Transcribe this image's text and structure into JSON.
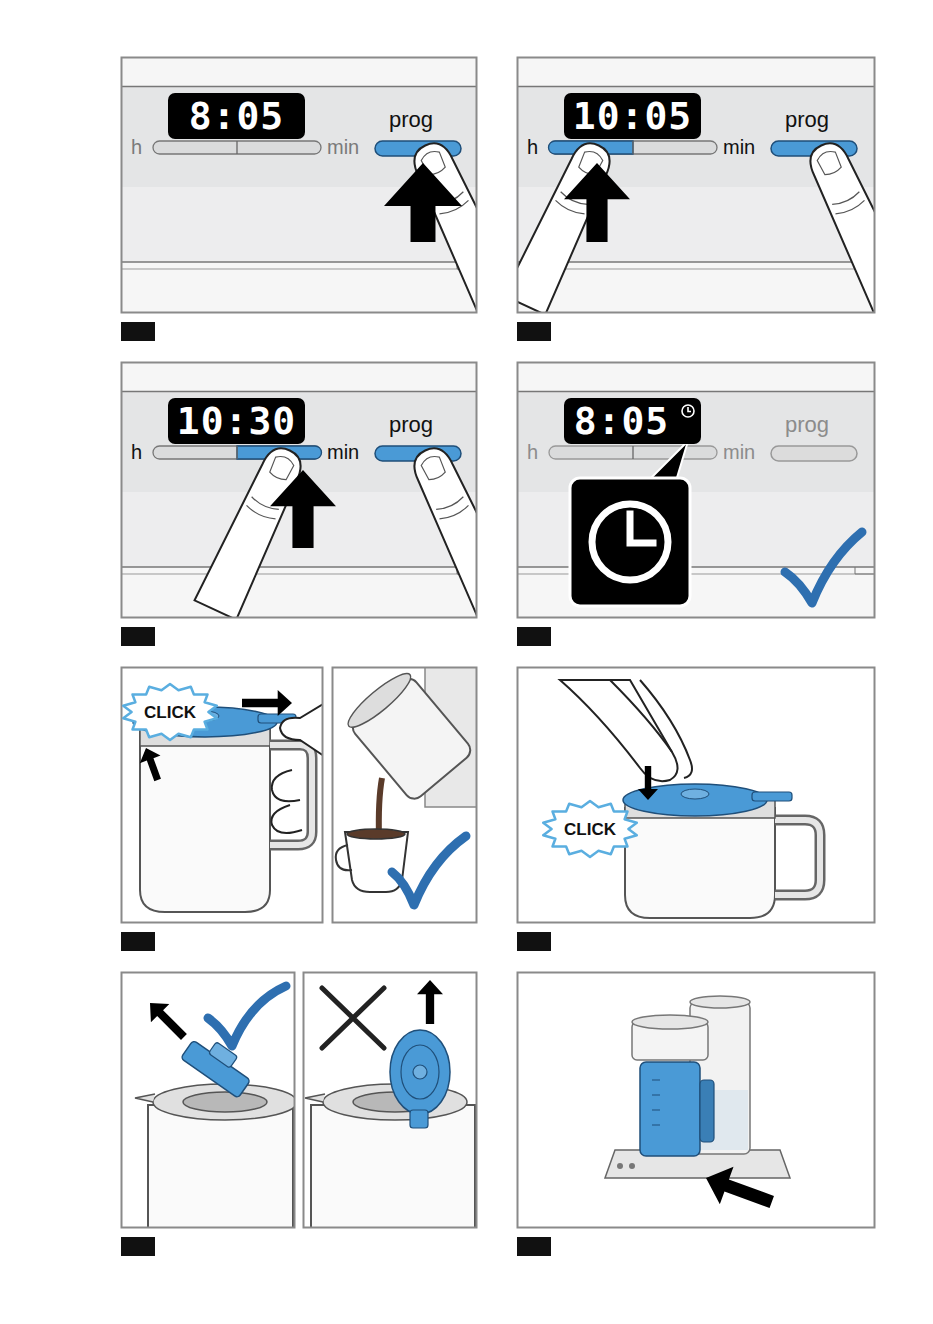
{
  "diagram": {
    "nodes": [
      {
        "text": [
          "h",
          "min",
          "prog"
        ]
      },
      {
        "text": [
          "8:05"
        ],
        "in": 0
      },
      {
        "text": [
          "h",
          "min",
          "prog"
        ]
      },
      {
        "text": [
          "10:05"
        ],
        "in": 2
      },
      {
        "text": [
          "h",
          "min",
          "prog"
        ]
      },
      {
        "text": [
          "10:30"
        ],
        "in": 4
      },
      {
        "text": [
          "h",
          "min",
          "prog"
        ]
      },
      {
        "text": [
          "8:05"
        ],
        "in": 6
      },
      {
        "text": [
          "CLICK"
        ]
      },
      {
        "text": [
          "CLICK"
        ]
      }
    ]
  }
}
